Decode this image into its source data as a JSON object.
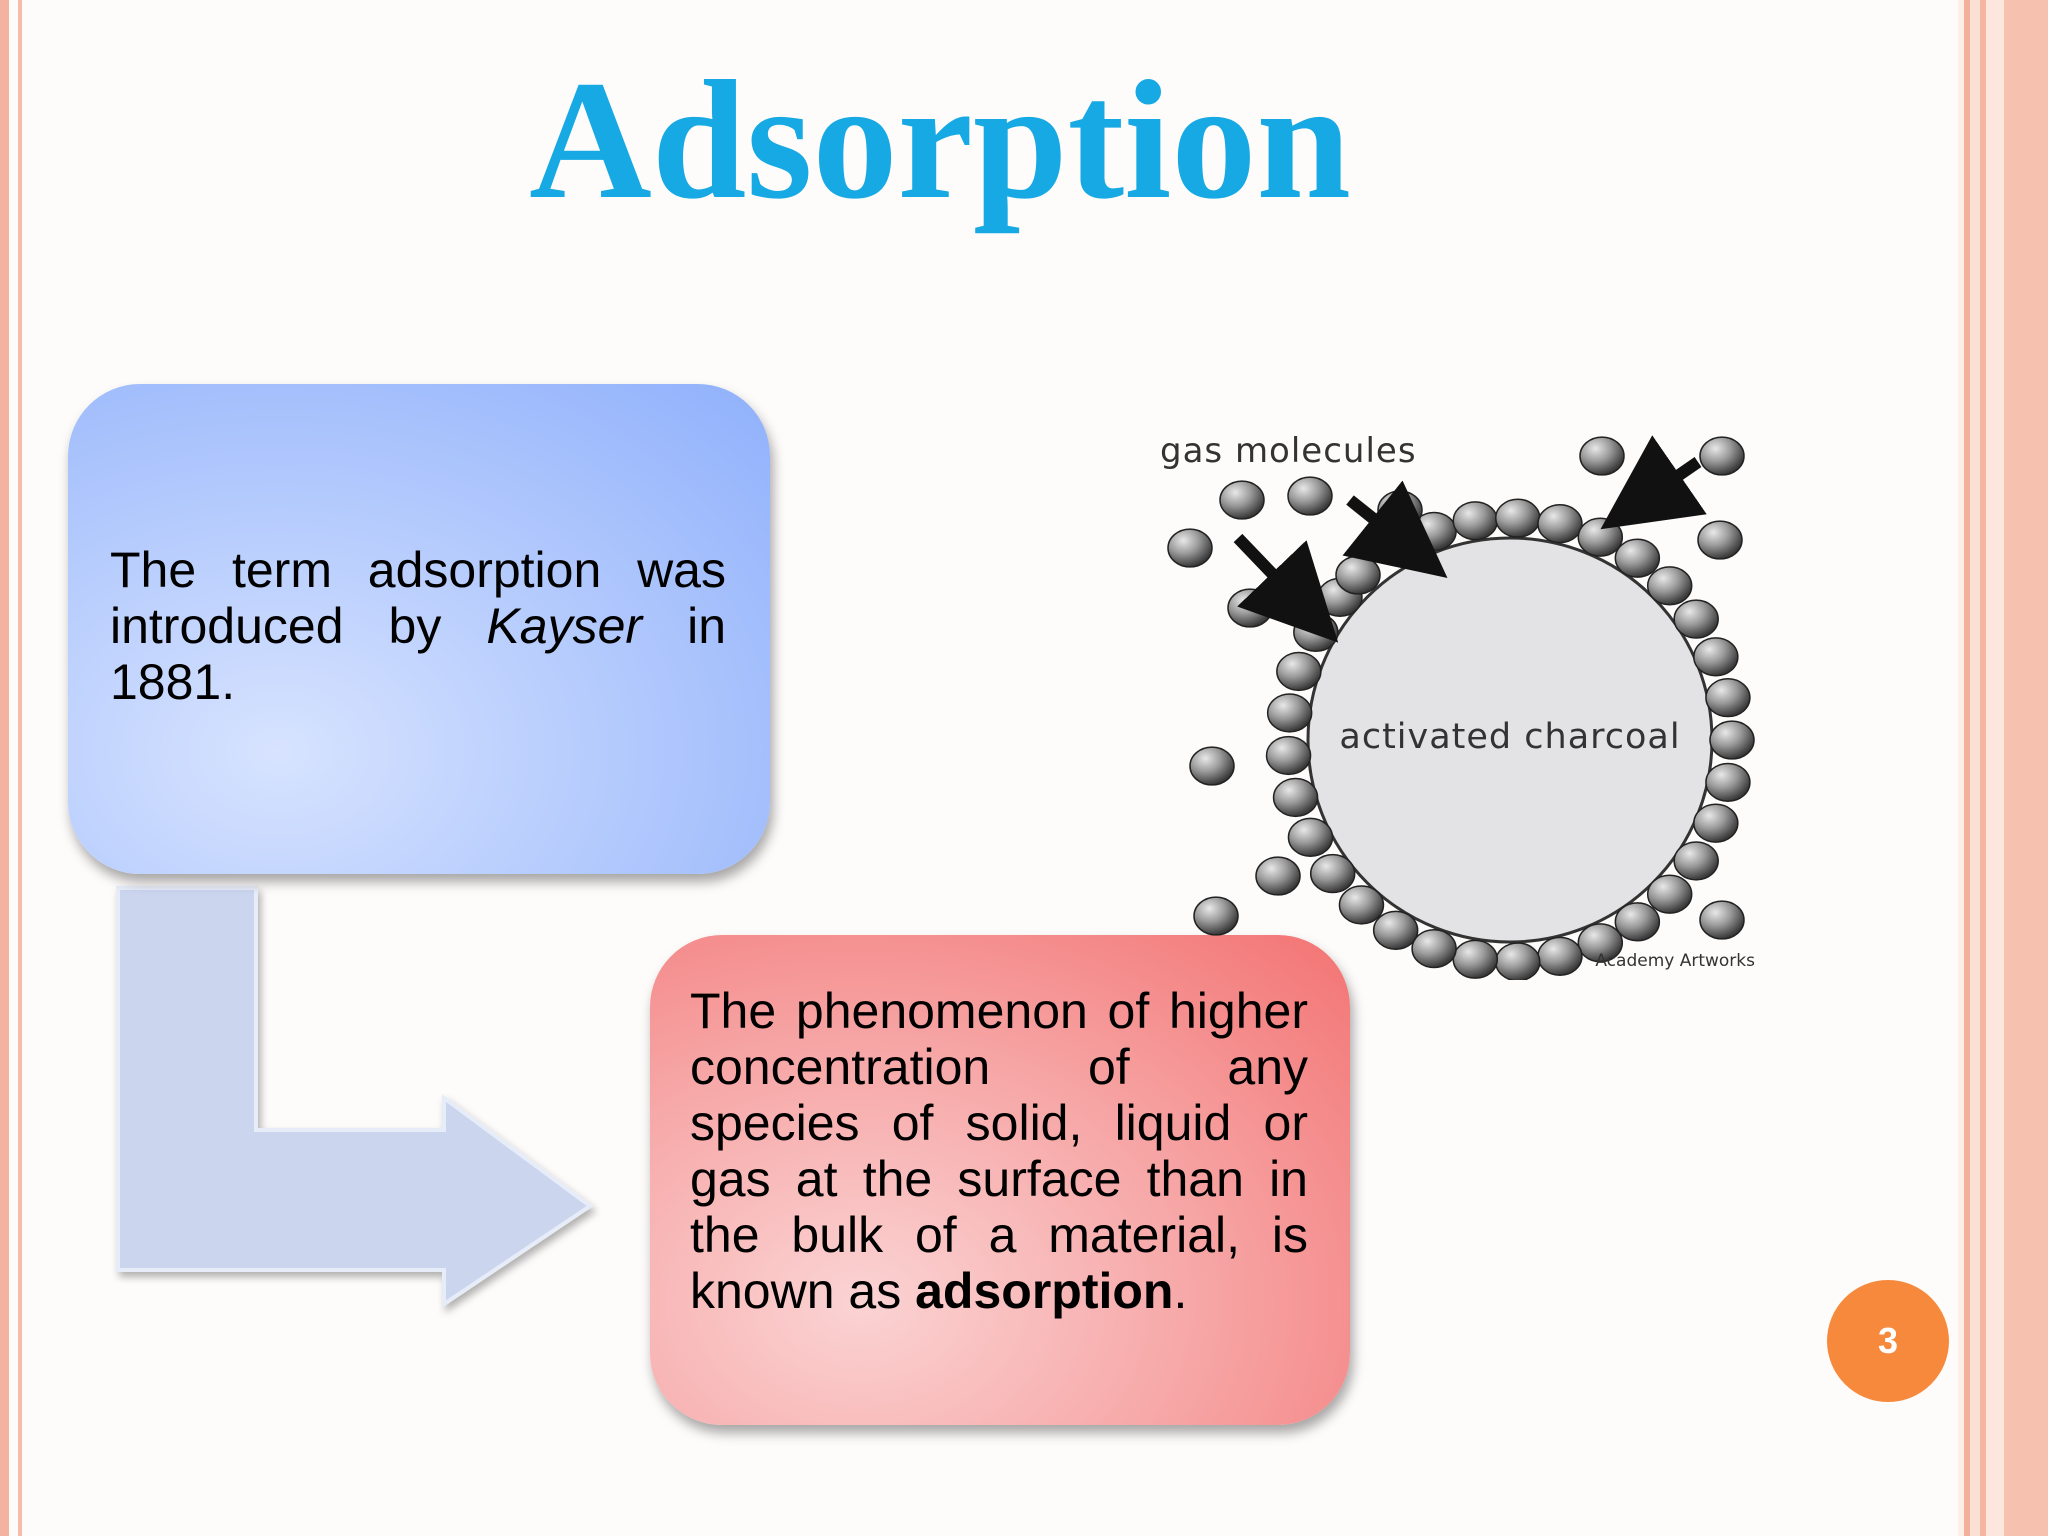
{
  "slide": {
    "title": "Adsorption",
    "page_number": "3"
  },
  "box_1": {
    "text_before": "The term adsorption was introduced by ",
    "text_italic": "Kayser",
    "text_after": " in 1881."
  },
  "box_2": {
    "text_before": "The phenomenon of higher concentration of any species of solid, liquid or gas at the surface than in the bulk of a material, is known as ",
    "text_bold": "adsorption",
    "text_after": "."
  },
  "diagram": {
    "label_gas": "gas molecules",
    "label_center": "activated charcoal",
    "credit": "Academy Artworks"
  },
  "colors": {
    "title": "#16a9e4",
    "box_1": "#8fb0fb",
    "box_2": "#f37373",
    "arrow": "#cbd5ee",
    "page_badge": "#f7893c"
  }
}
